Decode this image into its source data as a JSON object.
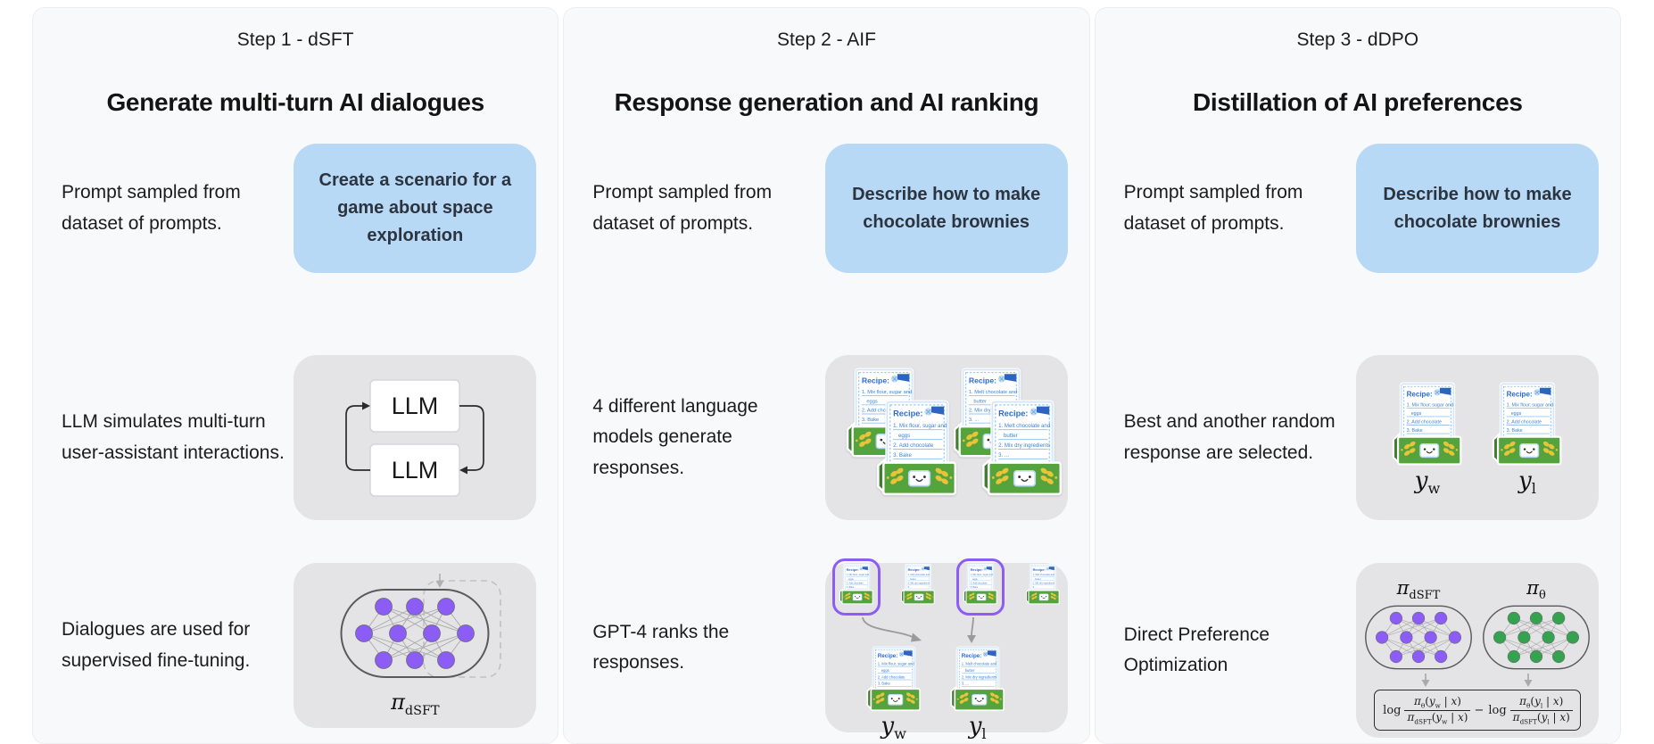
{
  "panels": [
    {
      "step": "Step 1 - dSFT",
      "title": "Generate multi-turn AI dialogues",
      "rows": [
        {
          "text": "Prompt sampled from dataset of prompts.",
          "prompt": "Create a scenario for a game about space exploration"
        },
        {
          "text": "LLM simulates multi-turn user-assistant interactions."
        },
        {
          "text": "Dialogues are used for supervised fine-tuning."
        }
      ]
    },
    {
      "step": "Step 2 - AIF",
      "title": "Response generation and AI ranking",
      "rows": [
        {
          "text": "Prompt sampled from dataset of prompts.",
          "prompt": "Describe how to make chocolate brownies"
        },
        {
          "text": "4 different language models generate responses."
        },
        {
          "text": "GPT-4 ranks the responses."
        }
      ]
    },
    {
      "step": "Step 3 - dDPO",
      "title": "Distillation of AI preferences",
      "rows": [
        {
          "text": "Prompt sampled from dataset of prompts.",
          "prompt": "Describe how to make chocolate brownies"
        },
        {
          "text": "Best and another random response are selected."
        },
        {
          "text": "Direct Preference Optimization"
        }
      ]
    }
  ],
  "llm_label": "LLM",
  "recipe": {
    "title": "Recipe:",
    "a": [
      "1. Mix flour, sugar and",
      "eggs",
      "2. Add chocolate",
      "3. Bake"
    ],
    "b": [
      "1. Melt chocolate and",
      "butter",
      "2. Mix dry ingredients",
      "3. ..."
    ]
  },
  "math": {
    "pi": "π",
    "theta": "θ",
    "dsft": "dSFT",
    "y": "y",
    "w": "w",
    "l": "l",
    "x": "x",
    "log": "log",
    "minus": "−",
    "open": "(",
    "bar": " | ",
    "close": ")"
  },
  "colors": {
    "panel_bg": "#f8f9fa",
    "prompt_blue": "#b7d9f6",
    "figure_gray": "#e4e4e7",
    "node_purple": "#8b5cf6",
    "node_green": "#34a24e",
    "recipe_blue": "#2a6bd3",
    "crate_green": "#55a33c",
    "wheat_yellow": "#e9c43b",
    "ring_purple": "#8b5cf6"
  }
}
